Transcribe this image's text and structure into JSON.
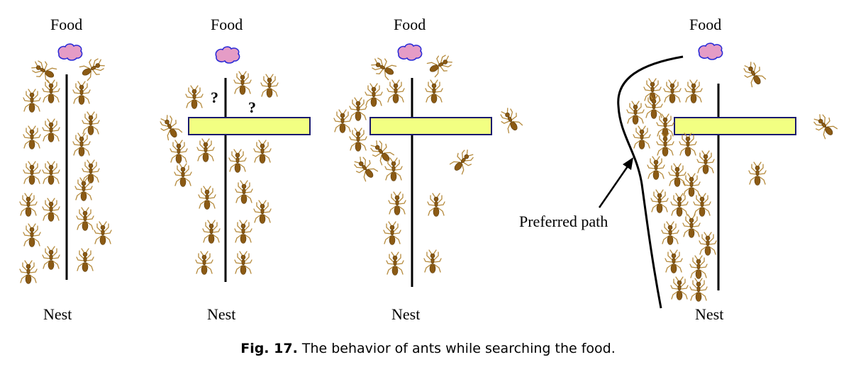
{
  "panels": [
    {
      "food_label": "Food",
      "nest_label": "Nest"
    },
    {
      "food_label": "Food",
      "nest_label": "Nest",
      "question_marks": [
        "?",
        "?"
      ]
    },
    {
      "food_label": "Food",
      "nest_label": "Nest"
    },
    {
      "food_label": "Food",
      "nest_label": "Nest",
      "annotation": "Preferred path"
    }
  ],
  "caption": {
    "label": "Fig. 17.",
    "text": "The behavior of ants while searching the food."
  },
  "colors": {
    "ant_body": "#8b5a14",
    "ant_legs": "#b58a3c",
    "food_fill": "#e59cc6",
    "food_stroke": "#2a2bd6",
    "obstacle_fill": "#f2ff82",
    "obstacle_stroke": "#1a1a6e"
  },
  "icons": [
    "food-icon",
    "ant-icon"
  ]
}
